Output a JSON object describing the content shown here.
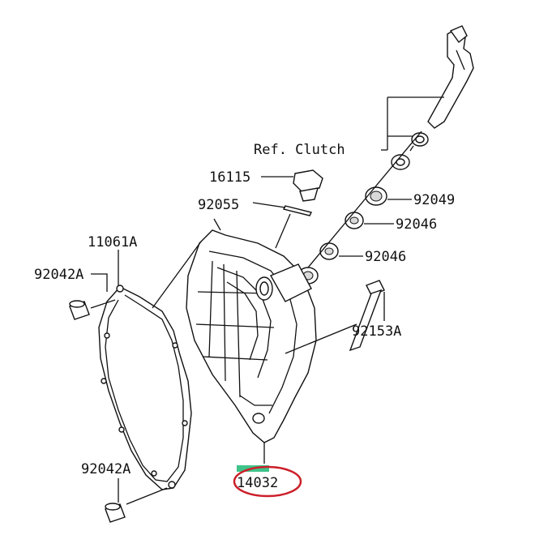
{
  "diagram": {
    "labels": {
      "ref_clutch": "Ref. Clutch",
      "p16115": "16115",
      "p92055": "92055",
      "p92049": "92049",
      "p92046_top": "92046",
      "p92046_bottom": "92046",
      "p11061A": "11061A",
      "p92042A_top": "92042A",
      "p92153A": "92153A",
      "p92042A_bottom": "92042A",
      "p14032": "14032"
    },
    "colors": {
      "line": "#111111",
      "highlight_ring": "#cc1f2a",
      "marker": "#3fc38a"
    },
    "highlighted_part": "14032"
  }
}
